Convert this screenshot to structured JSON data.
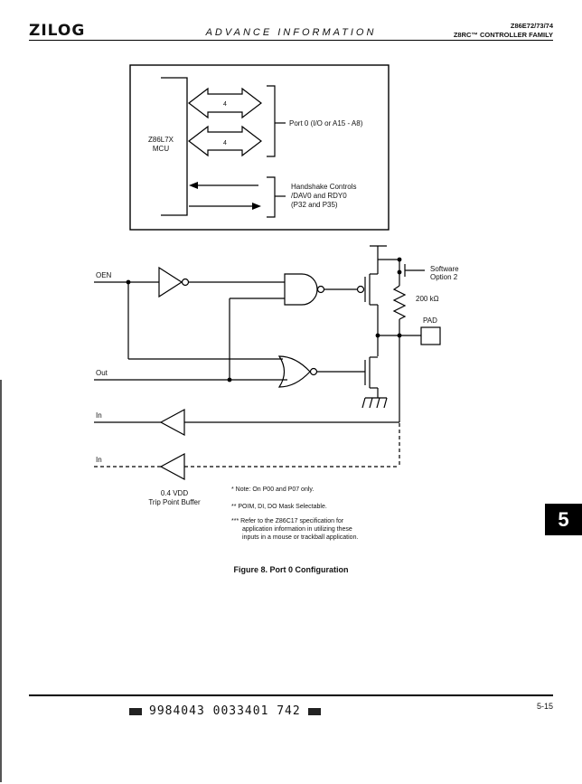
{
  "header": {
    "logo": "ZILOG",
    "center": "ADVANCE INFORMATION",
    "part": "Z86E72/73/74",
    "family": "Z8RC™ CONTROLLER FAMILY"
  },
  "section_tab": "5",
  "block_diagram": {
    "mcu_line1": "Z86L7X",
    "mcu_line2": "MCU",
    "bus_width_1": "4",
    "bus_width_2": "4",
    "port0_label": "Port 0 (I/O or A15 - A8)",
    "handshake_1": "Handshake Controls",
    "handshake_2": "/DAV0 and RDY0",
    "handshake_3": "(P32 and P35)"
  },
  "circuit": {
    "oen": "OEN",
    "out": "Out",
    "in1": "In",
    "in2": "In",
    "software_1": "Software",
    "software_2": "Option 2",
    "resistor": "200 kΩ",
    "pad": "PAD",
    "buffer_1": "0.4 VDD",
    "buffer_2": "Trip Point Buffer",
    "note_1": "* Note: On P00 and P07 only.",
    "note_2": "** POIM, DI, DO Mask Selectable.",
    "note_3a": "*** Refer to the Z86C17 specification for",
    "note_3b": "application information in utilizing these",
    "note_3c": "inputs in a mouse or trackball application."
  },
  "caption": "Figure 8.  Port 0 Configuration",
  "footer": {
    "page": "5-15",
    "code": "9984043 0033401 742"
  }
}
